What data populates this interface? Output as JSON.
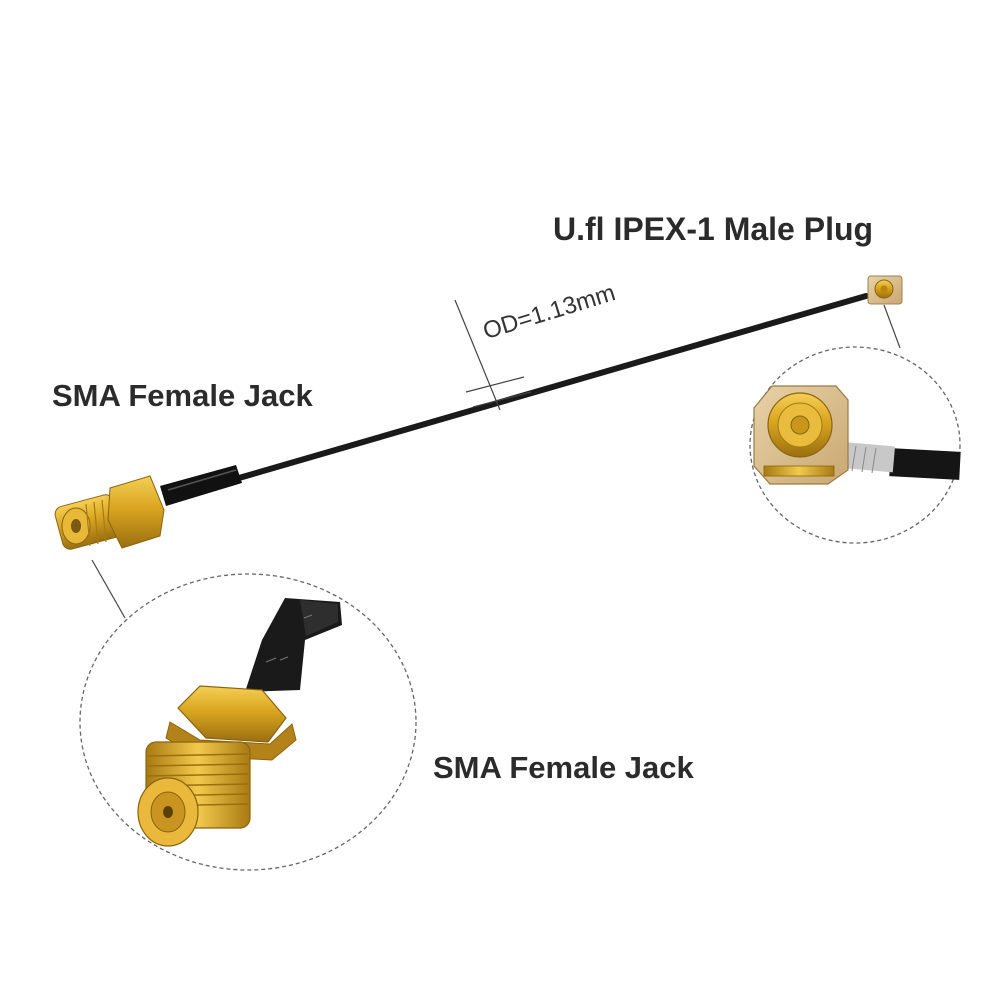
{
  "labels": {
    "ufl_plug": "U.fl IPEX-1 Male Plug",
    "sma_main": "SMA Female Jack",
    "sma_detail": "SMA Female Jack",
    "cable_od": "OD=1.13mm"
  },
  "colors": {
    "background": "#ffffff",
    "gold": "#d9a520",
    "cable": "#1a1a1a",
    "text": "#2b2b2b"
  }
}
